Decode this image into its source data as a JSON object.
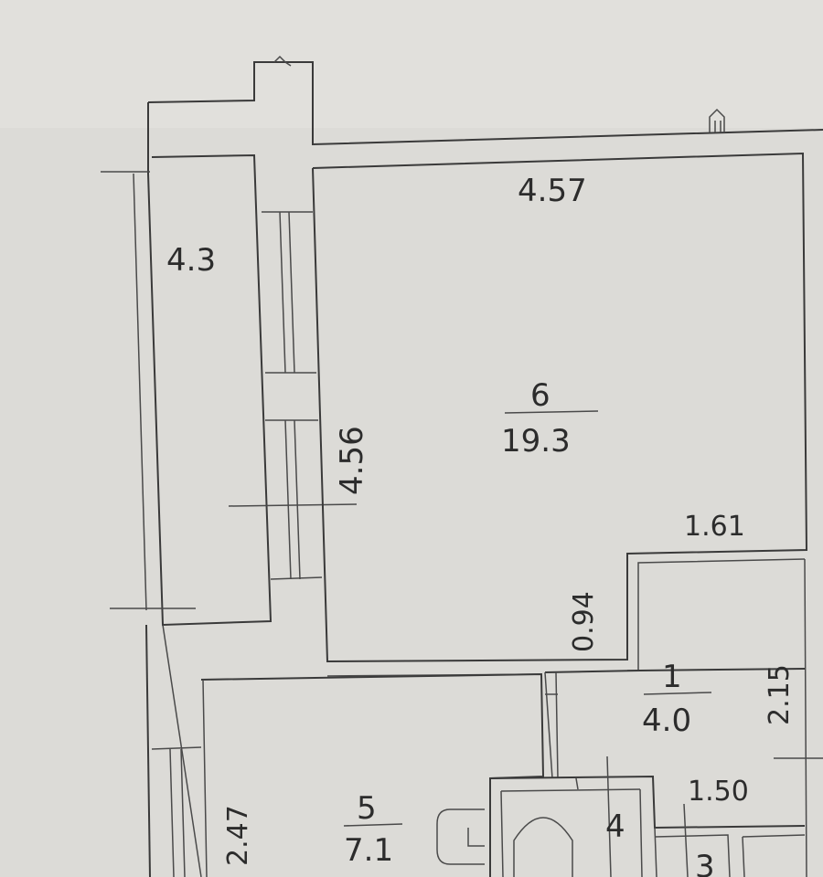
{
  "rooms": [
    {
      "id": "6",
      "number": "6",
      "area": "19.3"
    },
    {
      "id": "1",
      "number": "1",
      "area": "4.0"
    },
    {
      "id": "5",
      "number": "5",
      "area": "7.1"
    },
    {
      "id": "4",
      "number": "4"
    },
    {
      "id": "3",
      "number": "3"
    }
  ],
  "balcony_area": "4.3",
  "dimensions": {
    "room6_width": "4.57",
    "room6_height": "4.56",
    "corridor_width": "1.61",
    "corridor_depth": "0.94",
    "room1_height": "2.15",
    "room1_width": "1.50",
    "room5_height": "2.47"
  },
  "colors": {
    "paper": "#dddcd8",
    "ink": "#3a3a3a"
  }
}
